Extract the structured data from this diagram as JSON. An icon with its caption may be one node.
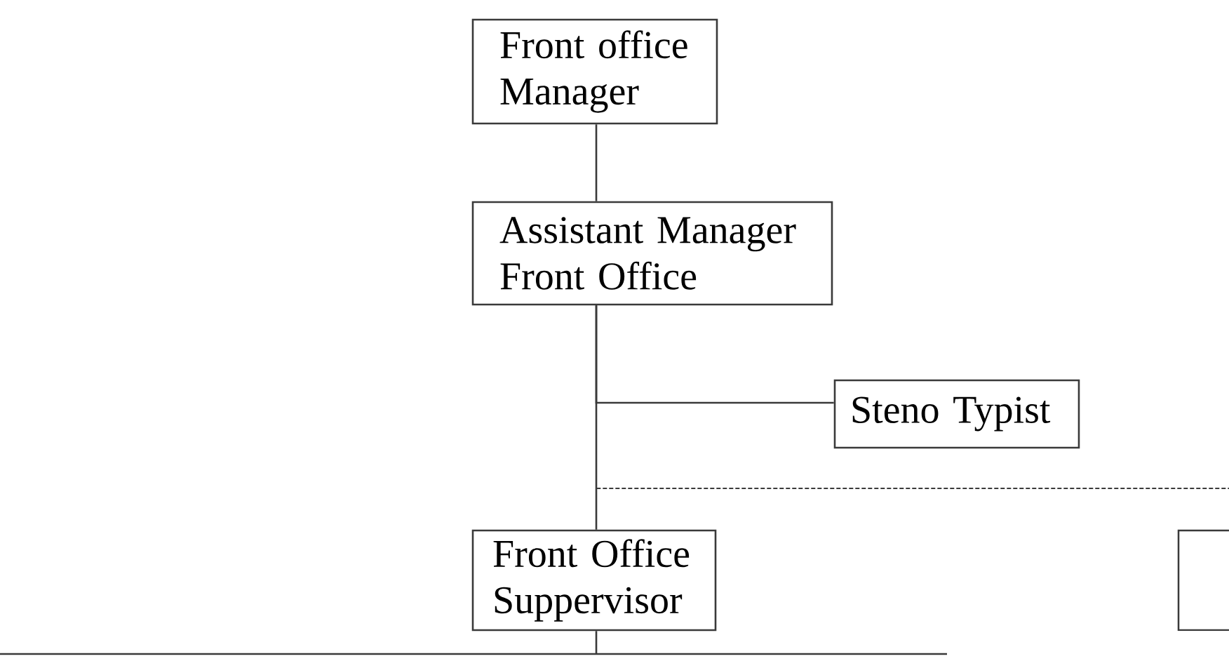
{
  "diagram": {
    "nodes": [
      {
        "text": [
          "Front office Manager"
        ]
      },
      {
        "text": [
          "Assistant Manager Front Office"
        ]
      },
      {
        "text": [
          "Steno Typist"
        ]
      },
      {
        "text": [
          "Front Office Suppervisor"
        ]
      },
      {
        "text": [],
        "shape": "box"
      }
    ],
    "edges": [
      {
        "from": 0,
        "to": 1,
        "arrow": "none"
      },
      {
        "from": 1,
        "to": 3,
        "arrow": "none"
      },
      {
        "from": 1,
        "to": 2,
        "arrow": "none"
      },
      {
        "from": 1,
        "to": null,
        "arrow": "none",
        "style": "dashed"
      },
      {
        "from": 3,
        "to": null,
        "arrow": "none"
      }
    ]
  }
}
